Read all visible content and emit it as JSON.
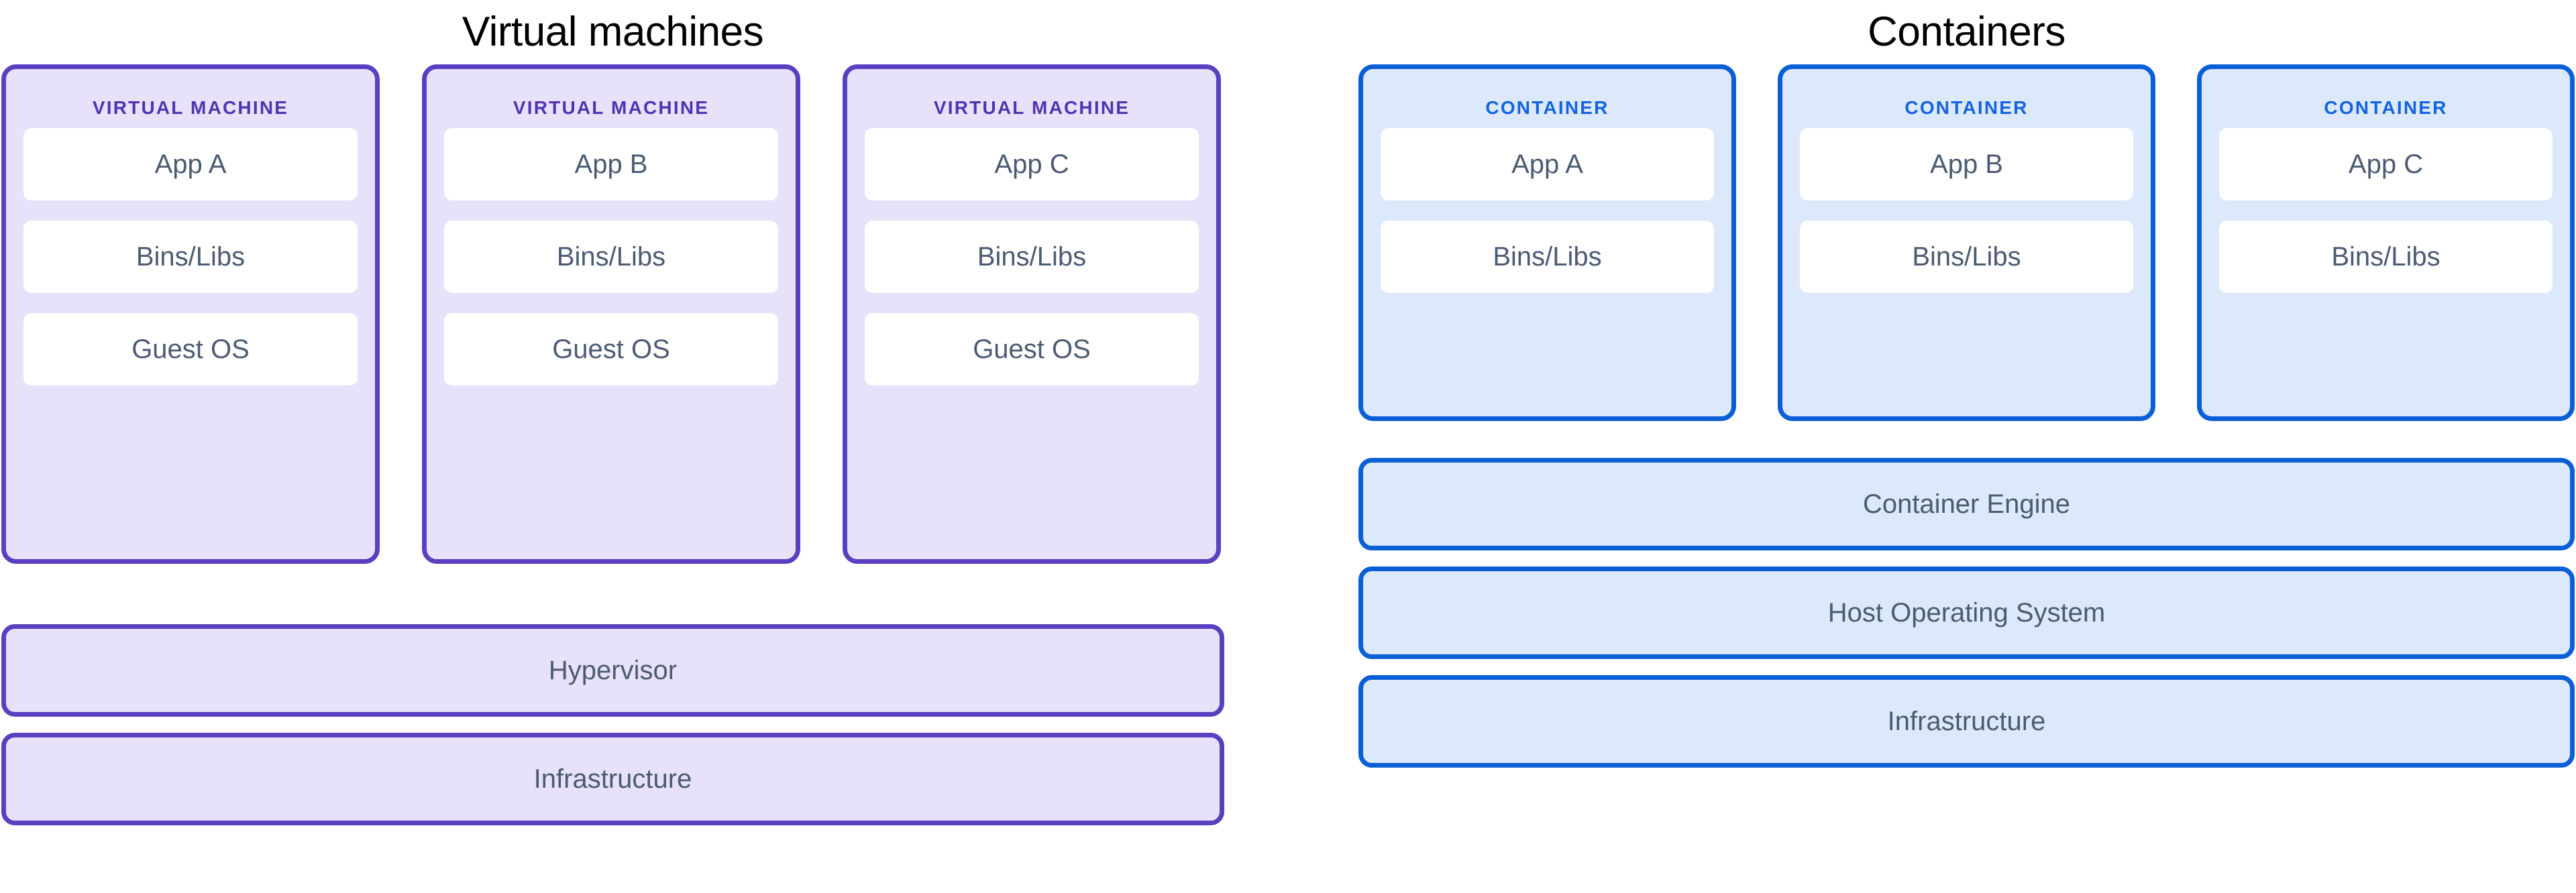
{
  "diagram": {
    "title_left": "Virtual machines",
    "title_right": "Containers",
    "colors": {
      "vm_border": "#5a3fc0",
      "vm_fill": "#e7e2fa",
      "vm_label_text": "#5232b0",
      "container_border": "#0a5fd6",
      "container_fill": "#dce9fb",
      "container_label_text": "#1463e0",
      "inner_box_fill": "#ffffff",
      "body_text": "#4b5b72",
      "title_text": "#000000",
      "page_background": "#ffffff"
    }
  },
  "virtual_machines": {
    "title": "Virtual machines",
    "cards": [
      {
        "label": "VIRTUAL MACHINE",
        "layers": [
          "App A",
          "Bins/Libs",
          "Guest OS"
        ]
      },
      {
        "label": "VIRTUAL MACHINE",
        "layers": [
          "App B",
          "Bins/Libs",
          "Guest OS"
        ]
      },
      {
        "label": "VIRTUAL MACHINE",
        "layers": [
          "App C",
          "Bins/Libs",
          "Guest OS"
        ]
      }
    ],
    "base_layers": [
      "Hypervisor",
      "Infrastructure"
    ]
  },
  "containers": {
    "title": "Containers",
    "cards": [
      {
        "label": "CONTAINER",
        "layers": [
          "App A",
          "Bins/Libs"
        ]
      },
      {
        "label": "CONTAINER",
        "layers": [
          "App B",
          "Bins/Libs"
        ]
      },
      {
        "label": "CONTAINER",
        "layers": [
          "App C",
          "Bins/Libs"
        ]
      }
    ],
    "base_layers": [
      "Container Engine",
      "Host Operating System",
      "Infrastructure"
    ]
  }
}
